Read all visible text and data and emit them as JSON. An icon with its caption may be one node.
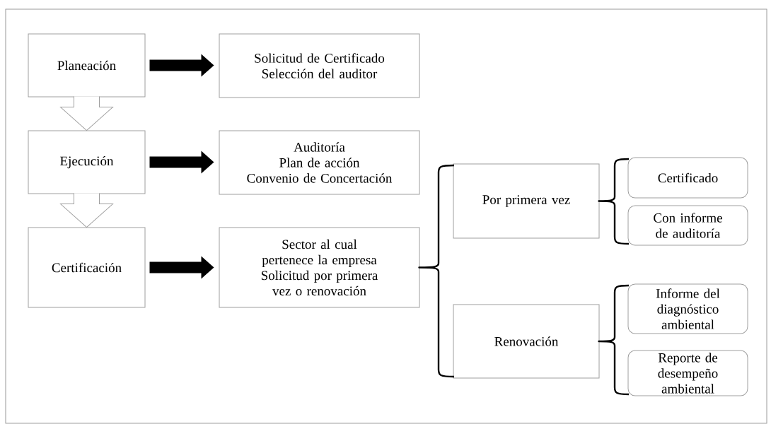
{
  "diagram": {
    "nodes": [
      {
        "text": [
          "Planeación"
        ]
      },
      {
        "text": [
          "Solicitud de Certificado",
          "Selección del auditor"
        ]
      },
      {
        "text": [
          "Ejecución"
        ]
      },
      {
        "text": [
          "Auditoría",
          "Plan de acción",
          "Convenio de Concertación"
        ]
      },
      {
        "text": [
          "Certificación"
        ]
      },
      {
        "text": [
          "Sector al cual pertenece la empresa",
          "Solicitud por primera vez o renovación"
        ]
      },
      {
        "text": [
          "Por primera vez"
        ]
      },
      {
        "text": [
          "Certificado"
        ]
      },
      {
        "text": [
          "Con informe de auditoría"
        ]
      },
      {
        "text": [
          "Renovación"
        ]
      },
      {
        "text": [
          "Informe del diagnóstico ambiental"
        ]
      },
      {
        "text": [
          "Reporte de desempeño ambiental"
        ]
      }
    ],
    "edges": [
      {
        "from": 0,
        "to": 1,
        "arrow": "to",
        "style": "thick"
      },
      {
        "from": 2,
        "to": 3,
        "arrow": "to",
        "style": "thick"
      },
      {
        "from": 4,
        "to": 5,
        "arrow": "to",
        "style": "thick"
      },
      {
        "from": 0,
        "to": 2,
        "arrow": "to"
      },
      {
        "from": 2,
        "to": 4,
        "arrow": "to"
      },
      {
        "from": 5,
        "to": 6,
        "arrow": "none"
      },
      {
        "from": 5,
        "to": 9,
        "arrow": "none"
      },
      {
        "from": 6,
        "to": 7,
        "arrow": "none"
      },
      {
        "from": 6,
        "to": 8,
        "arrow": "none"
      },
      {
        "from": 9,
        "to": 10,
        "arrow": "none"
      },
      {
        "from": 9,
        "to": 11,
        "arrow": "none"
      }
    ]
  }
}
